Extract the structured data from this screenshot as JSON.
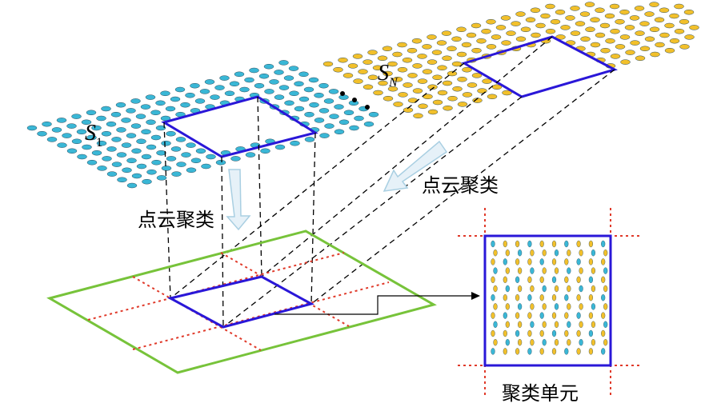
{
  "labels": {
    "s1_main": "S",
    "s1_sub": "1",
    "sn_main": "S",
    "sn_sub": "N",
    "cluster_left": "点云聚类",
    "cluster_right": "点云聚类",
    "cluster_unit": "聚类单元"
  },
  "colors": {
    "cyan_points": "#3ab7d6",
    "yellow_points": "#f2c02b",
    "outline_blue": "#2a17d8",
    "ground_green": "#77c33a",
    "grid_red": "#e03a2a",
    "arrow_fill": "#e6f1f8",
    "arrow_stroke": "#a9cfe2"
  }
}
